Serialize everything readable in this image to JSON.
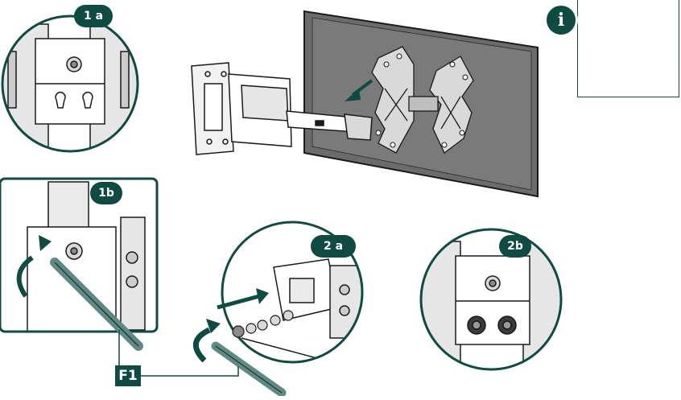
{
  "steps": {
    "step_1a": "1 a",
    "step_1b": "1b",
    "step_2a": "2 a",
    "step_2b": "2b"
  },
  "tool_label": "F1",
  "info": {
    "icon": "info-icon",
    "symbol": "i",
    "pictogram": "two-person-lift-icon"
  },
  "colors": {
    "accent": "#0f4a43",
    "line": "#1a1a1a",
    "tv_panel": "#6b6b6b"
  }
}
